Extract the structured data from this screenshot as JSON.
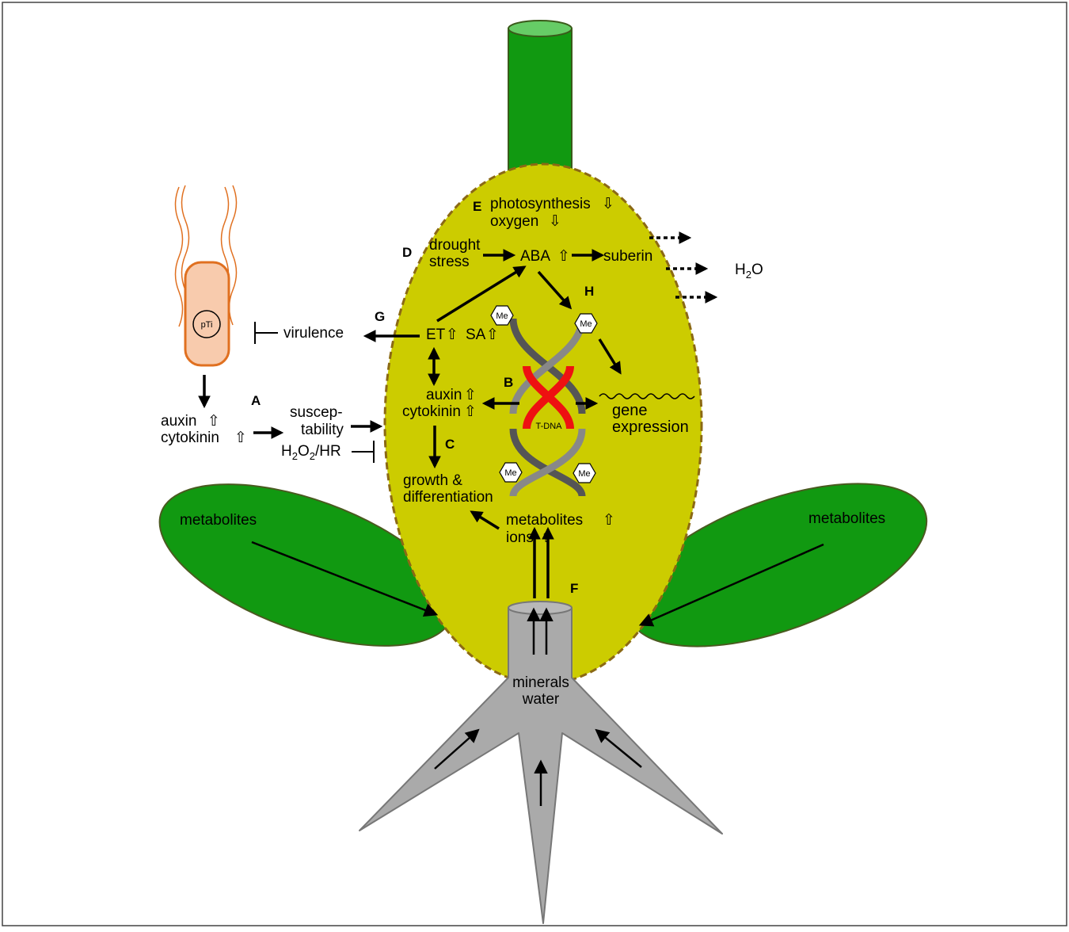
{
  "colors": {
    "gall_fill": "#cccc00",
    "gall_border": "#8b6914",
    "leaf_fill": "#119911",
    "leaf_border": "#4a5a20",
    "stem_fill": "#119911",
    "stem_top": "#66cc66",
    "root_fill": "#aaaaaa",
    "root_border": "#777777",
    "bacterium_fill": "#f8cbad",
    "bacterium_border": "#e07020",
    "tdna_red": "#ee1111",
    "dna_gray": "#666666",
    "frame_border": "#444444"
  },
  "icons": {
    "up_arrow": "up-outline-arrow-icon",
    "down_arrow": "down-outline-arrow-icon",
    "methyl": "methyl-hexagon-icon",
    "wave": "gene-wave-icon"
  },
  "symbols": {
    "up": "⇧",
    "down": "⇩"
  },
  "letters": {
    "a": "A",
    "b": "B",
    "c": "C",
    "d": "D",
    "e": "E",
    "f": "F",
    "g": "G",
    "h": "H"
  },
  "bacterium": {
    "plasmid": "pTi"
  },
  "labels": {
    "photosynthesis": "photosynthesis",
    "oxygen": "oxygen",
    "drought_line1": "drought",
    "drought_line2": "stress",
    "aba": "ABA",
    "suberin": "suberin",
    "water_h": "H",
    "water_sub": "2",
    "water_o": "O",
    "et": "ET",
    "sa": "SA",
    "virulence": "virulence",
    "gall_auxin": "auxin",
    "gall_cytokinin": "cytokinin",
    "gene_line1": "gene",
    "gene_line2": "expression",
    "tdna": "T-DNA",
    "methyl": "Me",
    "bact_auxin": "auxin",
    "bact_cytokinin": "cytokinin",
    "suscep_line1": "suscep-",
    "suscep_line2": "tability",
    "h2o2_h": "H",
    "h2o2_sub1": "2",
    "h2o2_o": "O",
    "h2o2_sub2": "2",
    "h2o2_rest": "/HR",
    "growth_line1": "growth &",
    "growth_line2": "differentiation",
    "gall_metabolites": "metabolites",
    "ions": "ions",
    "leaf_left": "metabolites",
    "leaf_right": "metabolites",
    "minerals": "minerals",
    "water": "water"
  }
}
